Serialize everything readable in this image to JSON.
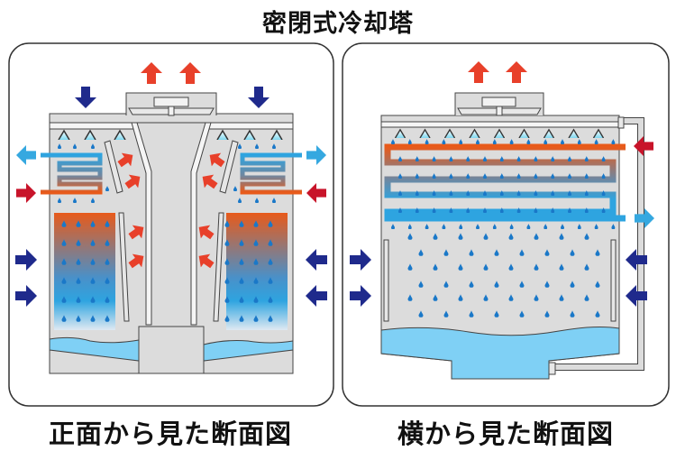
{
  "title": "密閉式冷却塔",
  "panels": [
    {
      "id": "front",
      "caption": "正面から見た断面図"
    },
    {
      "id": "side",
      "caption": "横から見た断面図"
    }
  ],
  "colors": {
    "hot_air": "#e8402a",
    "cold_air_in": "#1f2a8c",
    "hot_water_in": "#c8142a",
    "cooled_water_out": "#35a8e0",
    "hot_pipe": "#e85a1a",
    "cool_pipe": "#2ea4e0",
    "basin_water": "#7fd0f5",
    "casing": "#dcdcdc",
    "droplet": "#1a78c8"
  },
  "icons": {
    "exhaust_arrow": "arrow-up-icon",
    "intake_arrow": "arrow-right-icon",
    "fan": "fan-icon",
    "nozzle": "spray-nozzle-icon",
    "droplet": "water-droplet-icon"
  }
}
